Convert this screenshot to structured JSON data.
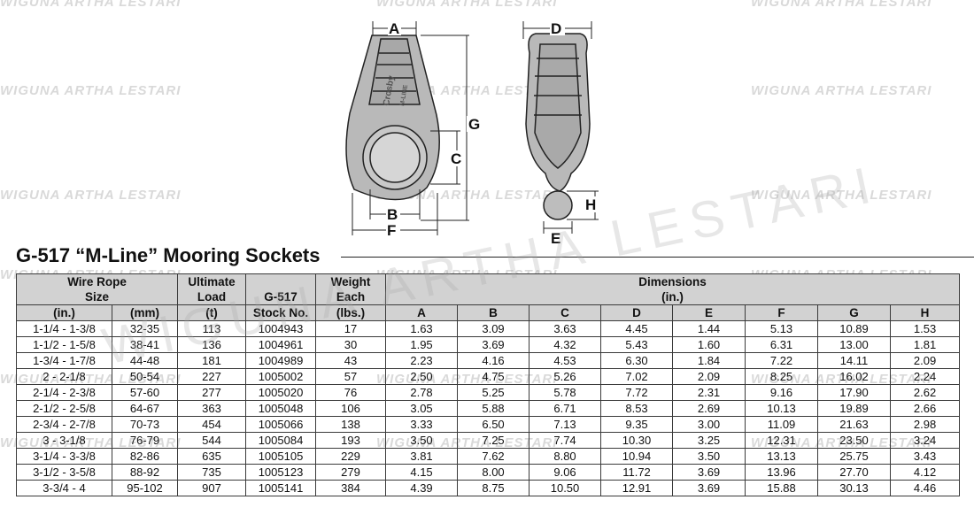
{
  "watermark": {
    "text": "WIGUNA ARTHA LESTARI",
    "big_text": "WIGUNA ARTHA LESTARI"
  },
  "diagram": {
    "labels": {
      "a": "A",
      "b": "B",
      "c": "C",
      "d": "D",
      "e": "E",
      "f": "F",
      "g": "G",
      "h": "H"
    },
    "emboss_lines": [
      "Crosby",
      "M-LINE"
    ]
  },
  "title": "G-517 “M-Line” Mooring Sockets",
  "table": {
    "headers": {
      "wire_rope": "Wire Rope\nSize",
      "in": "(in.)",
      "mm": "(mm)",
      "ultimate_load": "Ultimate\nLoad",
      "t": "(t)",
      "g517": "G-517",
      "stock_no": "Stock No.",
      "weight": "Weight\nEach",
      "lbs": "(lbs.)",
      "dimensions": "Dimensions\n(in.)",
      "dim_cols": [
        "A",
        "B",
        "C",
        "D",
        "E",
        "F",
        "G",
        "H"
      ]
    },
    "rows": [
      [
        "1-1/4 - 1-3/8",
        "32-35",
        "113",
        "1004943",
        "17",
        "1.63",
        "3.09",
        "3.63",
        "4.45",
        "1.44",
        "5.13",
        "10.89",
        "1.53"
      ],
      [
        "1-1/2 - 1-5/8",
        "38-41",
        "136",
        "1004961",
        "30",
        "1.95",
        "3.69",
        "4.32",
        "5.43",
        "1.60",
        "6.31",
        "13.00",
        "1.81"
      ],
      [
        "1-3/4 - 1-7/8",
        "44-48",
        "181",
        "1004989",
        "43",
        "2.23",
        "4.16",
        "4.53",
        "6.30",
        "1.84",
        "7.22",
        "14.11",
        "2.09"
      ],
      [
        "2 - 2-1/8",
        "50-54",
        "227",
        "1005002",
        "57",
        "2.50",
        "4.75",
        "5.26",
        "7.02",
        "2.09",
        "8.25",
        "16.02",
        "2.24"
      ],
      [
        "2-1/4 - 2-3/8",
        "57-60",
        "277",
        "1005020",
        "76",
        "2.78",
        "5.25",
        "5.78",
        "7.72",
        "2.31",
        "9.16",
        "17.90",
        "2.62"
      ],
      [
        "2-1/2 - 2-5/8",
        "64-67",
        "363",
        "1005048",
        "106",
        "3.05",
        "5.88",
        "6.71",
        "8.53",
        "2.69",
        "10.13",
        "19.89",
        "2.66"
      ],
      [
        "2-3/4 - 2-7/8",
        "70-73",
        "454",
        "1005066",
        "138",
        "3.33",
        "6.50",
        "7.13",
        "9.35",
        "3.00",
        "11.09",
        "21.63",
        "2.98"
      ],
      [
        "3 - 3-1/8",
        "76-79",
        "544",
        "1005084",
        "193",
        "3.50",
        "7.25",
        "7.74",
        "10.30",
        "3.25",
        "12.31",
        "23.50",
        "3.24"
      ],
      [
        "3-1/4 - 3-3/8",
        "82-86",
        "635",
        "1005105",
        "229",
        "3.81",
        "7.62",
        "8.80",
        "10.94",
        "3.50",
        "13.13",
        "25.75",
        "3.43"
      ],
      [
        "3-1/2 - 3-5/8",
        "88-92",
        "735",
        "1005123",
        "279",
        "4.15",
        "8.00",
        "9.06",
        "11.72",
        "3.69",
        "13.96",
        "27.70",
        "4.12"
      ],
      [
        "3-3/4 - 4",
        "95-102",
        "907",
        "1005141",
        "384",
        "4.39",
        "8.75",
        "10.50",
        "12.91",
        "3.69",
        "15.88",
        "30.13",
        "4.46"
      ]
    ]
  }
}
